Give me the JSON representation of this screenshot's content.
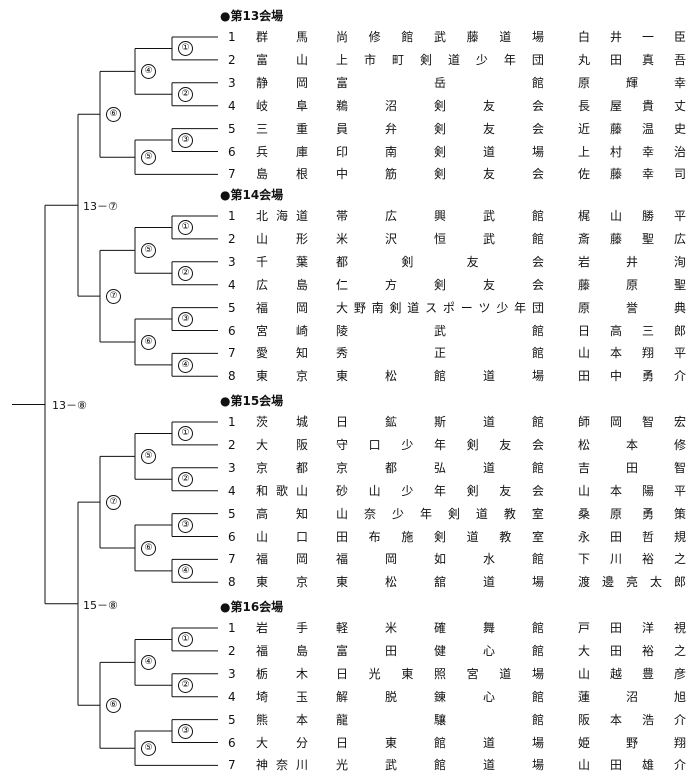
{
  "sections": [
    {
      "header": "●第13会場",
      "rows": [
        {
          "num": "1",
          "pref": "群馬",
          "team": "尚修館武藤道場",
          "name": "白井一臣"
        },
        {
          "num": "2",
          "pref": "富山",
          "team": "上市町剣道少年団",
          "name": "丸田真吾"
        },
        {
          "num": "3",
          "pref": "静岡",
          "team": "富岳館",
          "name": "原輝幸"
        },
        {
          "num": "4",
          "pref": "岐阜",
          "team": "鵜沼剣友会",
          "name": "長屋貴丈"
        },
        {
          "num": "5",
          "pref": "三重",
          "team": "員弁剣友会",
          "name": "近藤温史"
        },
        {
          "num": "6",
          "pref": "兵庫",
          "team": "印南剣道場",
          "name": "上村幸治"
        },
        {
          "num": "7",
          "pref": "島根",
          "team": "中筋剣友会",
          "name": "佐藤幸司"
        }
      ]
    },
    {
      "header": "●第14会場",
      "rows": [
        {
          "num": "1",
          "pref": "北海道",
          "team": "帯広興武館",
          "name": "梶山勝平"
        },
        {
          "num": "2",
          "pref": "山形",
          "team": "米沢恒武館",
          "name": "斎藤聖広"
        },
        {
          "num": "3",
          "pref": "千葉",
          "team": "都剣友会",
          "name": "岩井洵"
        },
        {
          "num": "4",
          "pref": "広島",
          "team": "仁方剣友会",
          "name": "藤原聖"
        },
        {
          "num": "5",
          "pref": "福岡",
          "team": "大野南剣道スポーツ少年団",
          "name": "原誉典"
        },
        {
          "num": "6",
          "pref": "宮崎",
          "team": "陵武館",
          "name": "日高三郎"
        },
        {
          "num": "7",
          "pref": "愛知",
          "team": "秀正館",
          "name": "山本翔平"
        },
        {
          "num": "8",
          "pref": "東京",
          "team": "東松館道場",
          "name": "田中勇介"
        }
      ]
    },
    {
      "header": "●第15会場",
      "rows": [
        {
          "num": "1",
          "pref": "茨城",
          "team": "日鉱斯道館",
          "name": "師岡智宏"
        },
        {
          "num": "2",
          "pref": "大阪",
          "team": "守口少年剣友会",
          "name": "松本修"
        },
        {
          "num": "3",
          "pref": "京都",
          "team": "京都弘道館",
          "name": "吉田智"
        },
        {
          "num": "4",
          "pref": "和歌山",
          "team": "砂山少年剣友会",
          "name": "山本陽平"
        },
        {
          "num": "5",
          "pref": "高知",
          "team": "山奈少年剣道教室",
          "name": "桑原勇策"
        },
        {
          "num": "6",
          "pref": "山口",
          "team": "田布施剣道教室",
          "name": "永田哲規"
        },
        {
          "num": "7",
          "pref": "福岡",
          "team": "福岡如水館",
          "name": "下川裕之"
        },
        {
          "num": "8",
          "pref": "東京",
          "team": "東松舘道場",
          "name": "渡邊亮太郎"
        }
      ]
    },
    {
      "header": "●第16会場",
      "rows": [
        {
          "num": "1",
          "pref": "岩手",
          "team": "軽米確舞館",
          "name": "戸田洋視"
        },
        {
          "num": "2",
          "pref": "福島",
          "team": "富田健心館",
          "name": "大田裕之"
        },
        {
          "num": "3",
          "pref": "栃木",
          "team": "日光東照宮道場",
          "name": "山越豊彦"
        },
        {
          "num": "4",
          "pref": "埼玉",
          "team": "解脱錬心館",
          "name": "蓮沼旭"
        },
        {
          "num": "5",
          "pref": "熊本",
          "team": "龍驤館",
          "name": "阪本浩介"
        },
        {
          "num": "6",
          "pref": "大分",
          "team": "日東館道場",
          "name": "姫野翔"
        },
        {
          "num": "7",
          "pref": "神奈川",
          "team": "光武館道場",
          "name": "山田雄介"
        }
      ]
    }
  ],
  "labels": {
    "top_13_7": "13－⑦",
    "top_15_8": "15－⑧",
    "final_13_8": "13－⑧"
  },
  "circles": {
    "s13": {
      "r1": [
        "①",
        "②",
        "③"
      ],
      "r2": [
        "④",
        "⑤"
      ],
      "r3": "⑥"
    },
    "s14": {
      "r1": [
        "①",
        "②",
        "③",
        "④"
      ],
      "r2": [
        "⑤",
        "⑥"
      ],
      "r3": "⑦"
    },
    "s15": {
      "r1": [
        "①",
        "②",
        "③",
        "④"
      ],
      "r2": [
        "⑤",
        "⑥"
      ],
      "r3": "⑦"
    },
    "s16": {
      "r1": [
        "①",
        "②",
        "③"
      ],
      "r2": [
        "④",
        "⑤"
      ],
      "r3": "⑥"
    }
  }
}
